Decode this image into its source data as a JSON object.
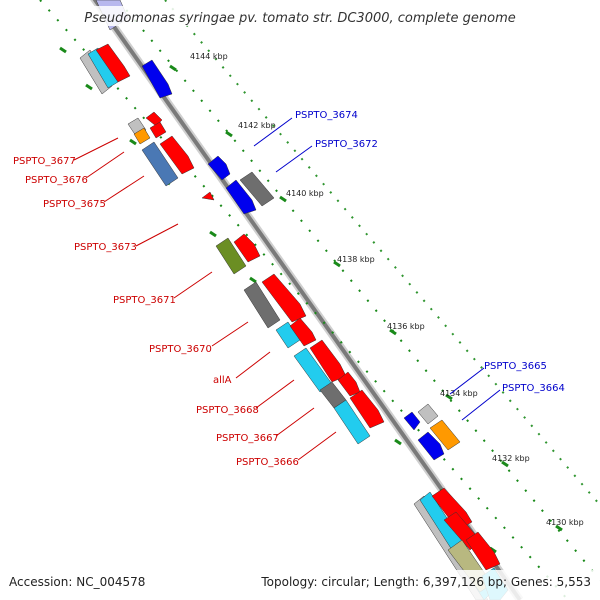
{
  "title": "Pseudomonas syringae pv. tomato str. DC3000, complete genome",
  "accession": "Accession: NC_004578",
  "summary": "Topology: circular; Length: 6,397,126 bp; Genes: 5,553",
  "ticks": [
    "4144 kbp",
    "4142 kbp",
    "4140 kbp",
    "4138 kbp",
    "4136 kbp",
    "4134 kbp",
    "4132 kbp",
    "4130 kbp"
  ],
  "labels_left": [
    "PSPTO_3677",
    "PSPTO_3676",
    "PSPTO_3675",
    "PSPTO_3673",
    "PSPTO_3671",
    "PSPTO_3670",
    "allA",
    "PSPTO_3668",
    "PSPTO_3667",
    "PSPTO_3666"
  ],
  "labels_right": [
    "PSPTO_3674",
    "PSPTO_3672",
    "PSPTO_3665",
    "PSPTO_3664"
  ],
  "colors": {
    "backbone": "#7a7a7a",
    "tick_dots": "#1a8a1a",
    "label_left": "#cc0000",
    "label_right": "#0000cc",
    "red": "#ff0000",
    "blue": "#0000ee",
    "gray": "#6e6e6e",
    "cyan": "#22ccee",
    "orange": "#ff9900",
    "olive": "#6b8e23",
    "steel": "#4a78b4",
    "silver": "#c0c0c0",
    "khaki": "#b8b880"
  }
}
